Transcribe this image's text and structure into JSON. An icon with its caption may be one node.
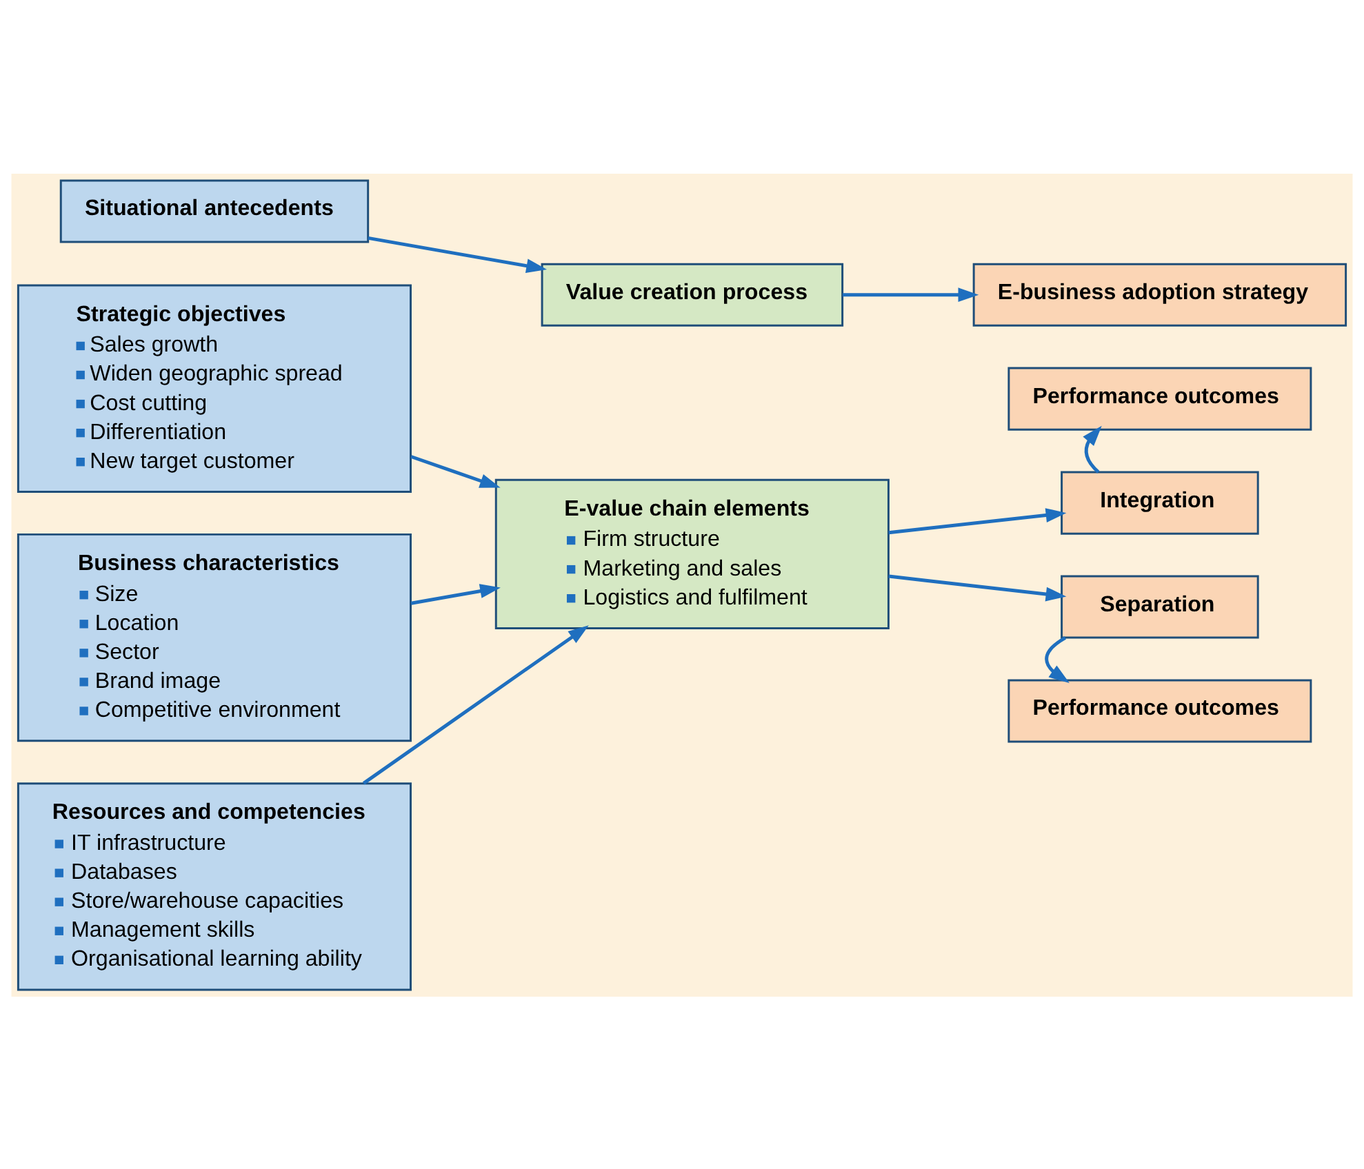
{
  "diagram": {
    "nodes": [
      {
        "text": [
          "Situational antecedents"
        ]
      },
      {
        "text": [
          "Value creation process"
        ]
      },
      {
        "text": [
          "E-business adoption strategy"
        ]
      },
      {
        "text": [
          "Strategic objectives",
          "Sales growth",
          "Widen geographic spread",
          "Cost cutting",
          "Differentiation",
          "New target customer"
        ]
      },
      {
        "text": [
          "Business characteristics",
          "Size",
          "Location",
          "Sector",
          "Brand image",
          "Competitive environment"
        ]
      },
      {
        "text": [
          "Resources and competencies",
          "IT infrastructure",
          "Databases",
          "Store/warehouse capacities",
          "Management skills",
          "Organisational learning ability"
        ]
      },
      {
        "text": [
          "E-value chain elements",
          "Firm structure",
          "Marketing and sales",
          "Logistics and fulfilment"
        ]
      },
      {
        "text": [
          "Performance outcomes"
        ]
      },
      {
        "text": [
          "Integration"
        ]
      },
      {
        "text": [
          "Separation"
        ]
      },
      {
        "text": [
          "Performance outcomes"
        ]
      }
    ],
    "edges": [
      {
        "from": 0,
        "to": 1,
        "arrow": "to"
      },
      {
        "from": 1,
        "to": 2,
        "arrow": "to"
      },
      {
        "from": 3,
        "to": 6,
        "arrow": "to"
      },
      {
        "from": 4,
        "to": 6,
        "arrow": "to"
      },
      {
        "from": 5,
        "to": 6,
        "arrow": "to"
      },
      {
        "from": 6,
        "to": 8,
        "arrow": "to"
      },
      {
        "from": 6,
        "to": 9,
        "arrow": "to"
      },
      {
        "from": 8,
        "to": 7,
        "arrow": "to"
      },
      {
        "from": 9,
        "to": 10,
        "arrow": "to"
      }
    ]
  }
}
